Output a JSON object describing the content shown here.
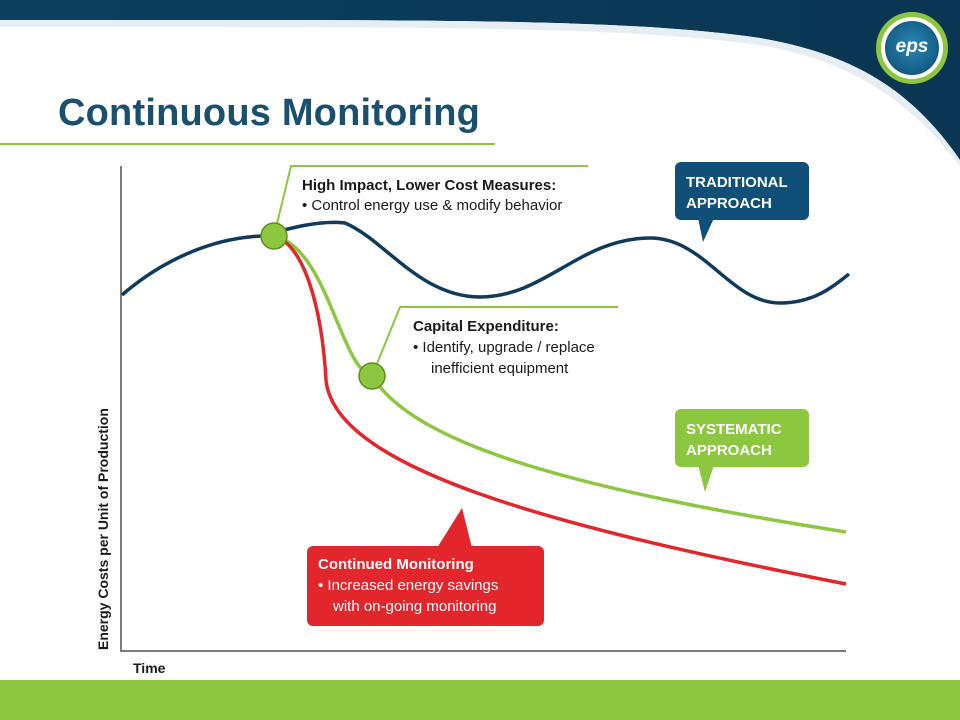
{
  "slide": {
    "title": "Continuous Monitoring",
    "logo_text": "eps"
  },
  "diagram": {
    "y_axis_label": "Energy Costs per Unit of Production",
    "x_axis_label": "Time",
    "callouts": {
      "high_impact": {
        "heading": "High Impact, Lower Cost Measures:",
        "lines": [
          "•  Control energy use & modify behavior"
        ]
      },
      "capital": {
        "heading": "Capital Expenditure:",
        "lines": [
          "•  Identify, upgrade / replace",
          "inefficient equipment"
        ]
      },
      "continued": {
        "heading": "Continued Monitoring",
        "lines": [
          "•  Increased energy savings",
          "with on-going monitoring"
        ]
      }
    },
    "badges": {
      "traditional": [
        "TRADITIONAL",
        "APPROACH"
      ],
      "systematic": [
        "SYSTEMATIC",
        "APPROACH"
      ]
    },
    "colors": {
      "traditional": "#0f3a5b",
      "systematic": "#8dc63f",
      "monitoring": "#e3262b",
      "axis": "#7a7a7a"
    }
  }
}
